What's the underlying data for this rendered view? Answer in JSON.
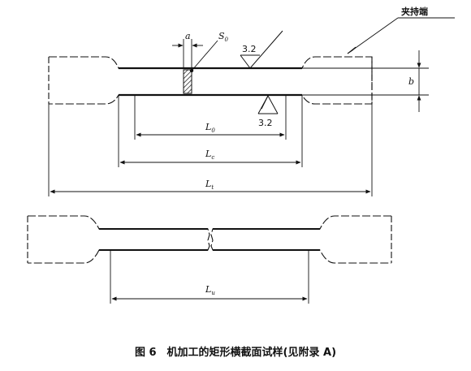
{
  "diagram": {
    "label_grip": "夹持端",
    "label_a": "a",
    "label_s0_main": "S",
    "label_s0_sub": "0",
    "roughness_top": "3.2",
    "roughness_bottom": "3.2",
    "label_b": "b",
    "label_l0_main": "L",
    "label_l0_sub": "0",
    "label_lc_main": "L",
    "label_lc_sub": "c",
    "label_lt_main": "L",
    "label_lt_sub": "t",
    "label_lu_main": "L",
    "label_lu_sub": "u"
  },
  "caption": {
    "text": "图 6　机加工的矩形横截面试样(见附录 A)"
  }
}
